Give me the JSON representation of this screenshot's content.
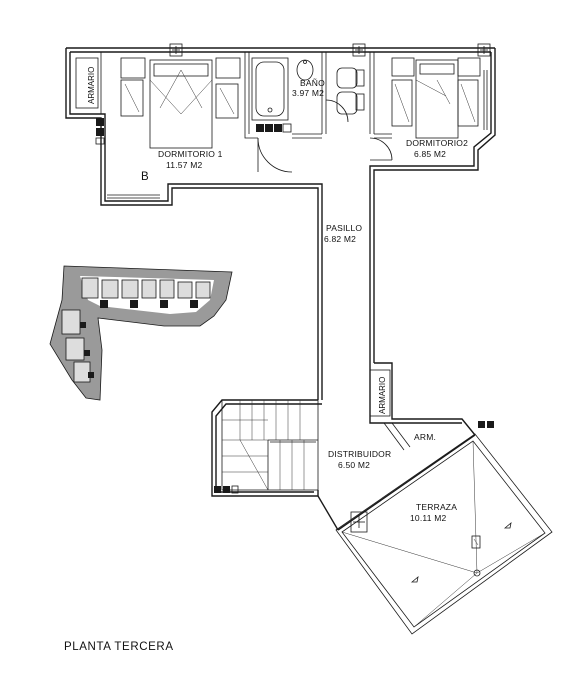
{
  "plan": {
    "title": "PLANTA TERCERA",
    "rooms": {
      "dormitorio1": {
        "name": "DORMITORIO 1",
        "area": "11.57  M2"
      },
      "bano": {
        "name": "BAÑO",
        "area": "3.97  M2"
      },
      "dormitorio2": {
        "name": "DORMITORIO2",
        "area": "6.85  M2"
      },
      "pasillo": {
        "name": "PASILLO",
        "area": "6.82  M2"
      },
      "distribuidor": {
        "name": "DISTRIBUIDOR",
        "area": "6.50  M2"
      },
      "terraza": {
        "name": "TERRAZA",
        "area": "10.11  M2"
      }
    },
    "closets": {
      "armario_left": "ARMARIO",
      "armario_mid": "ARMARIO",
      "arm_small": "ARM."
    },
    "marker_b": "B"
  }
}
